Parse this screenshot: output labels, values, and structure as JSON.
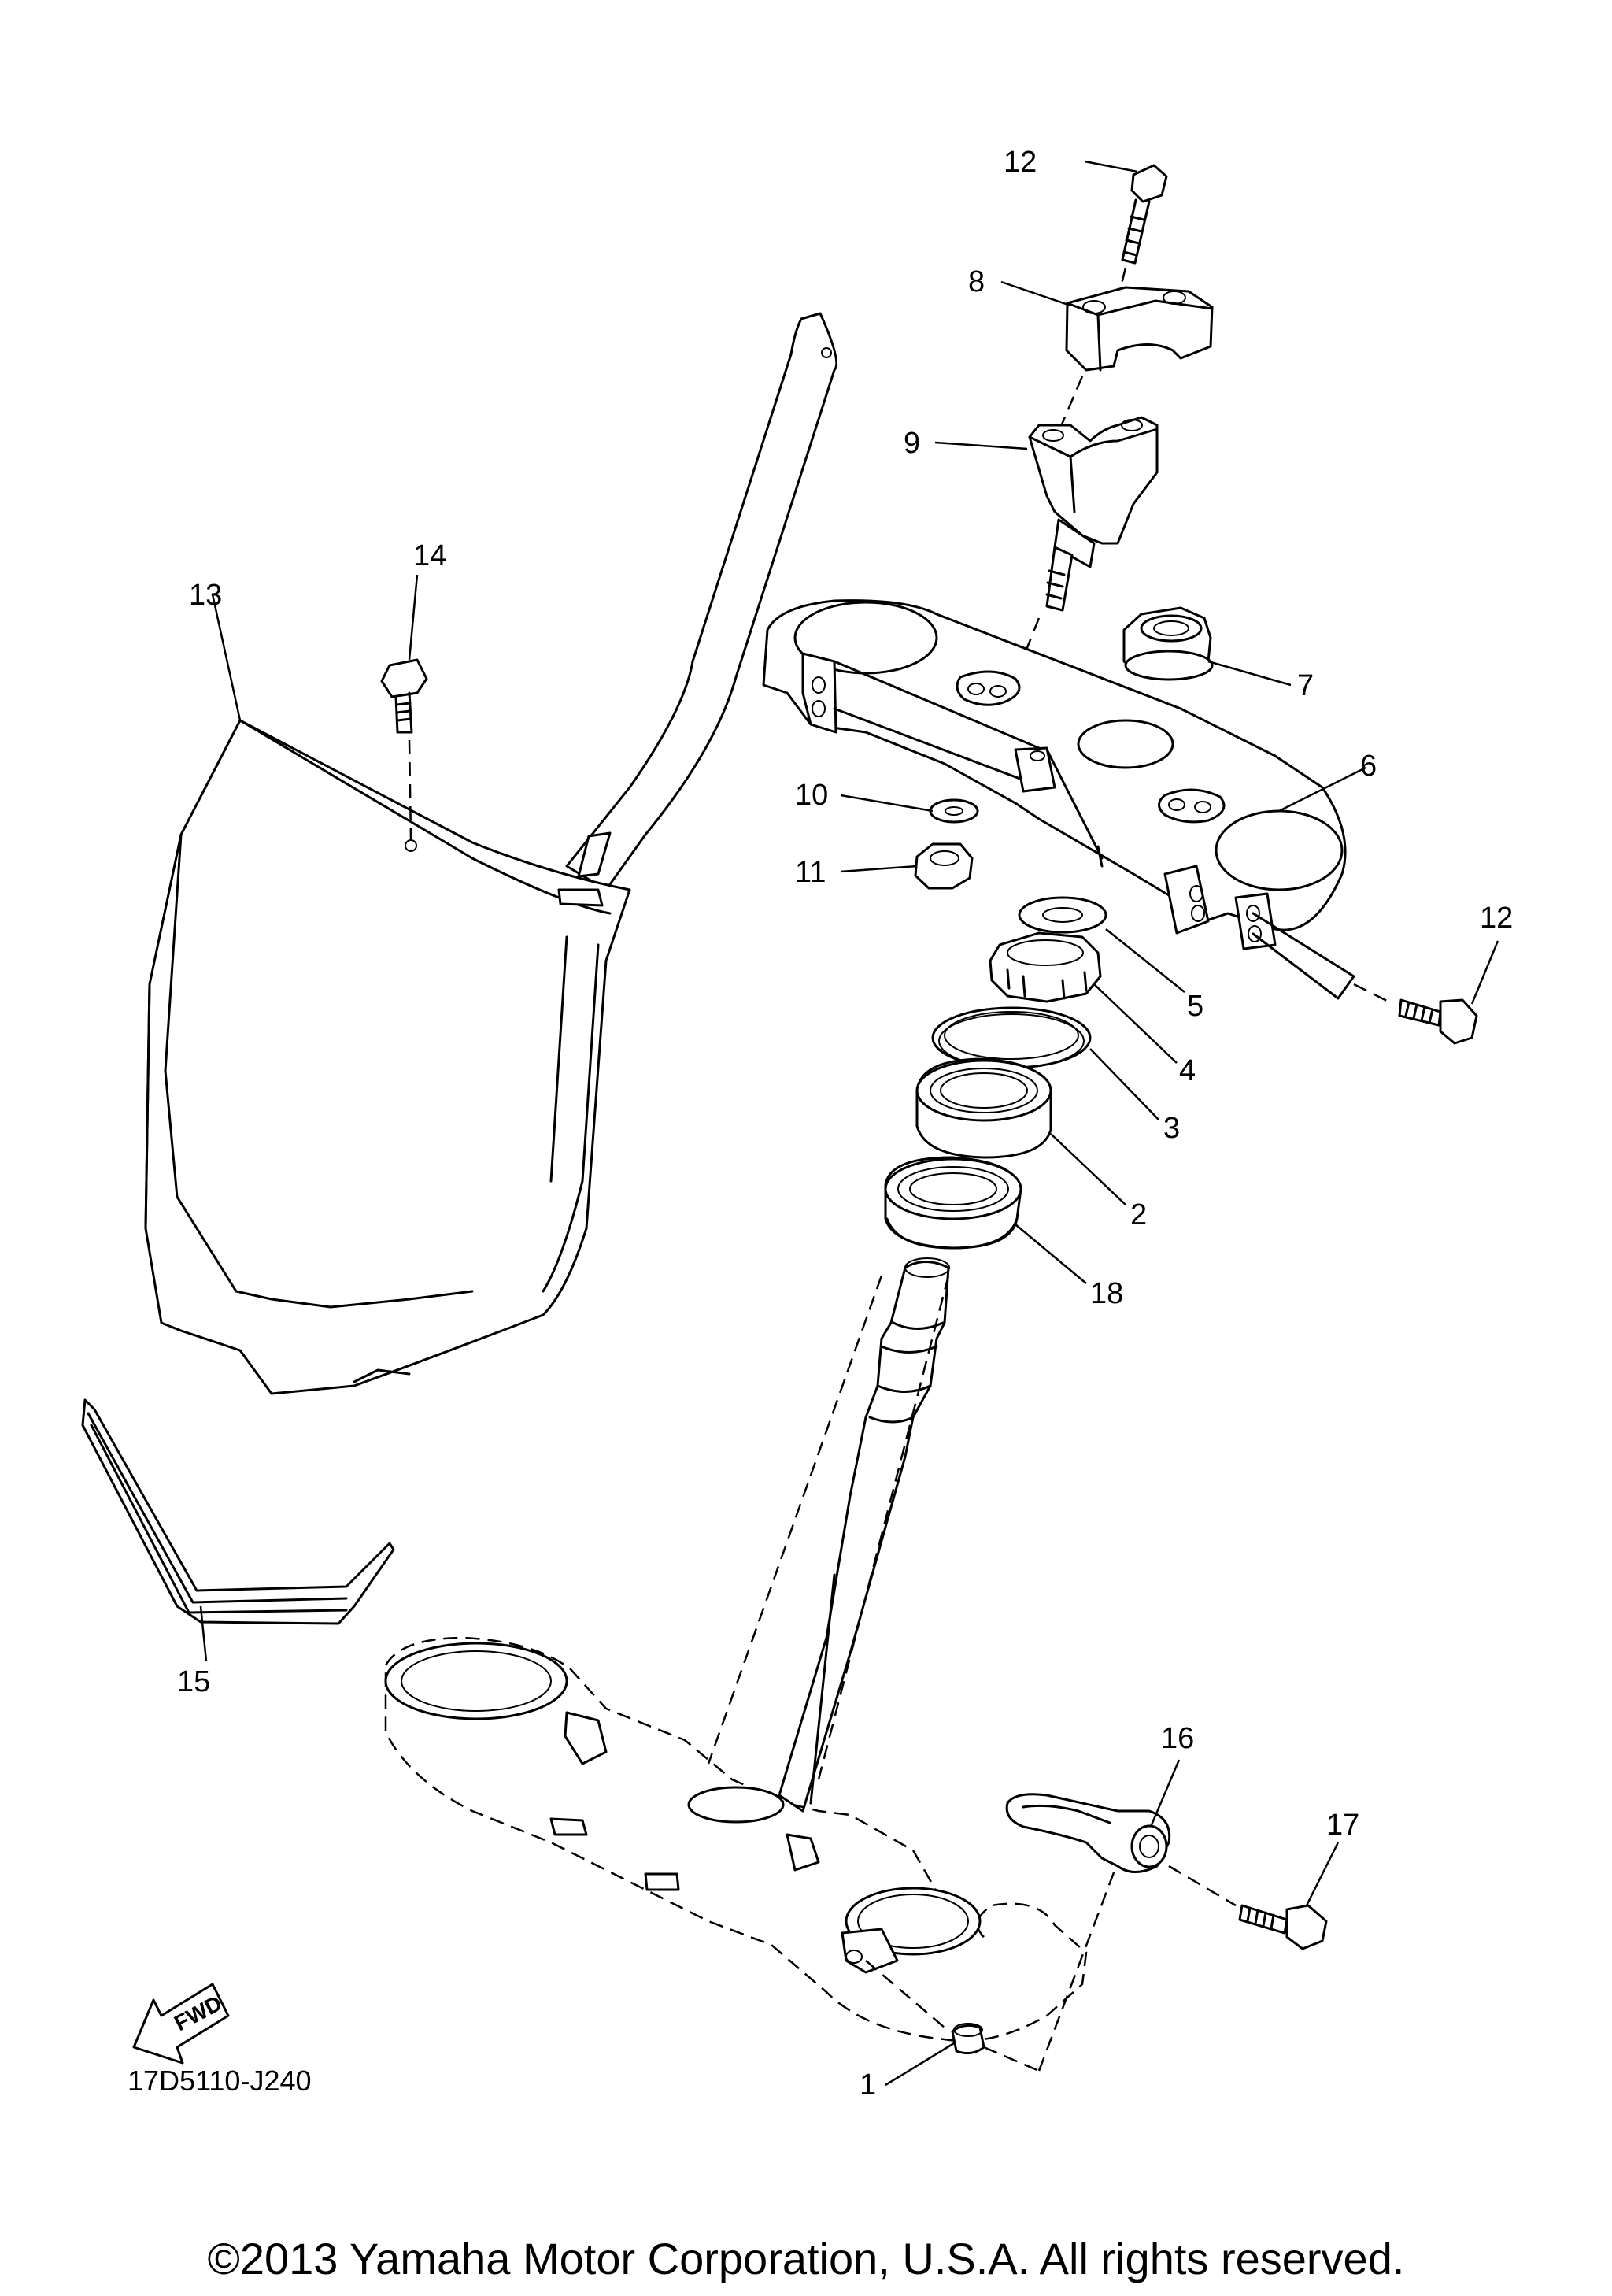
{
  "diagram": {
    "code": "17D5110-J240",
    "copyright": "©2013 Yamaha Motor Corporation, U.S.A. All rights reserved.",
    "fwd_label": "FWD",
    "callouts": [
      "1",
      "2",
      "3",
      "4",
      "5",
      "6",
      "7",
      "8",
      "9",
      "10",
      "11",
      "12",
      "12",
      "13",
      "14",
      "15",
      "16",
      "17",
      "18"
    ]
  }
}
